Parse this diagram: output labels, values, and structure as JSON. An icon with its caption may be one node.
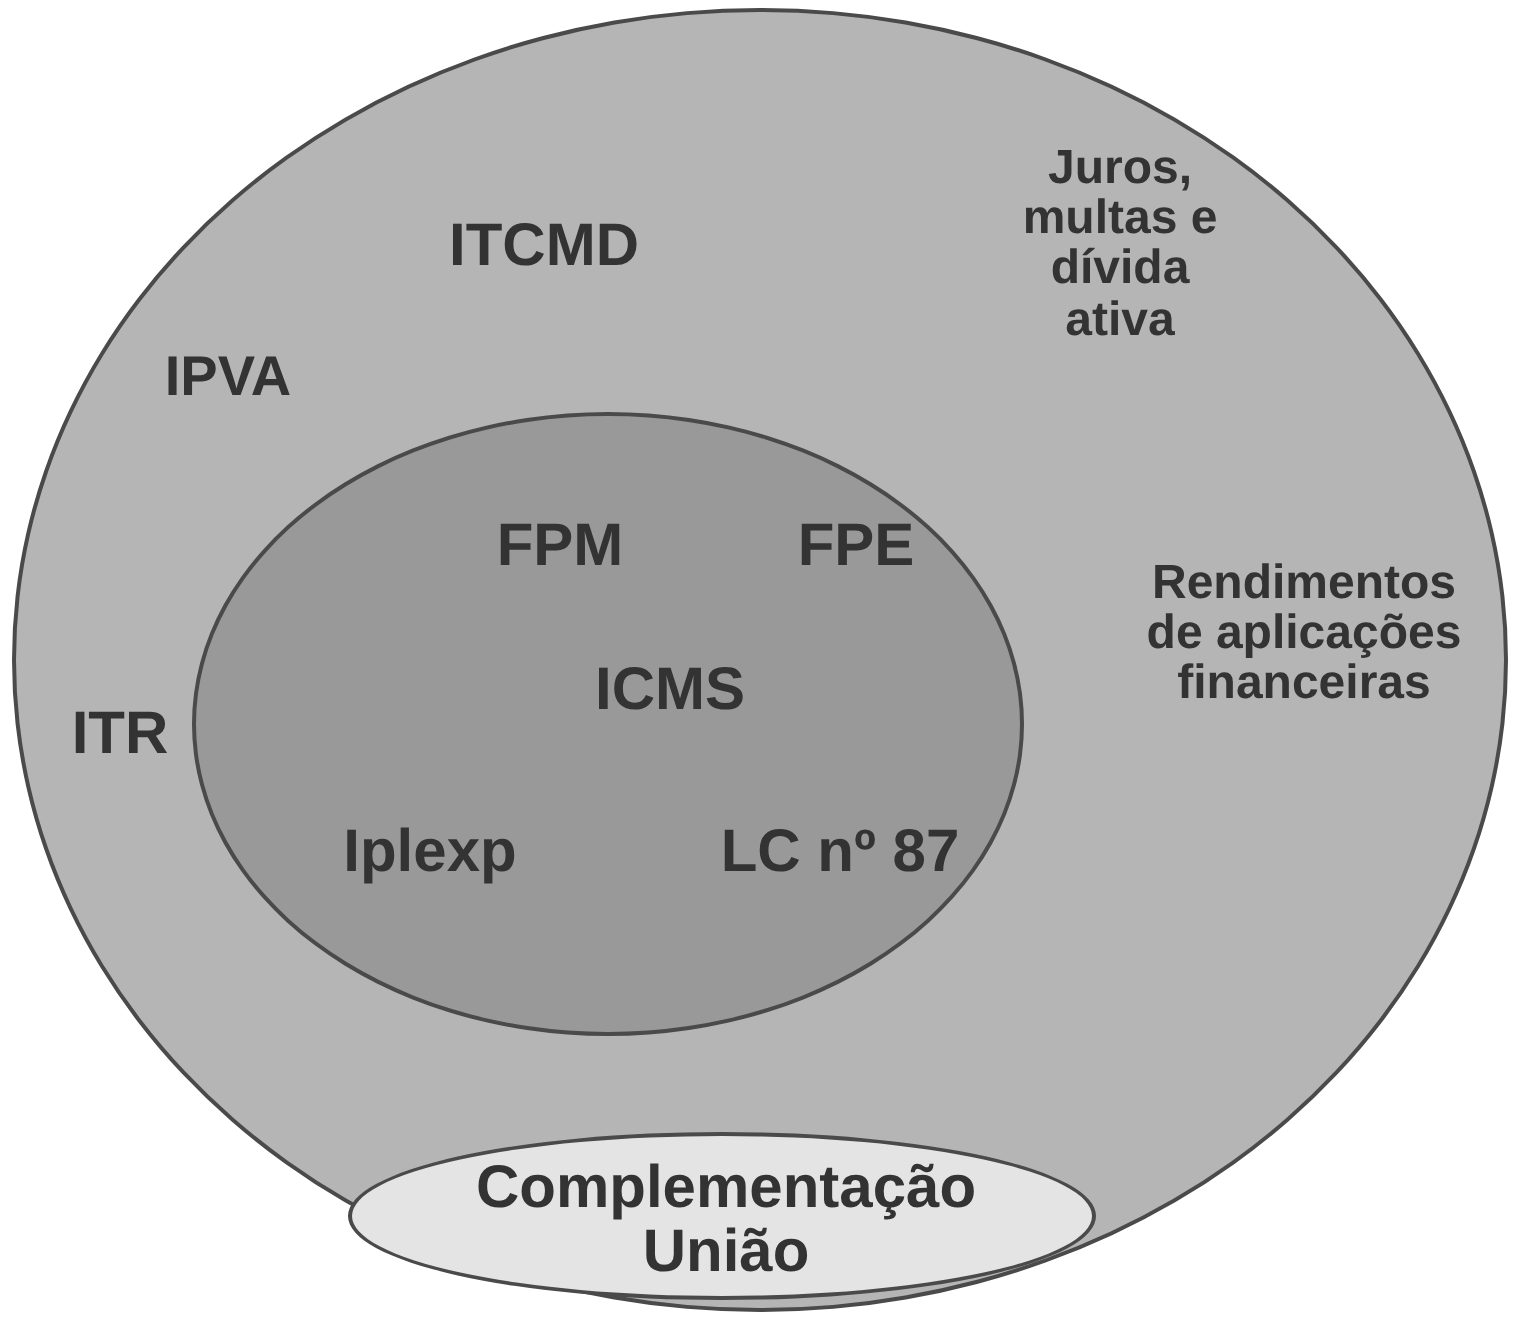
{
  "diagram": {
    "nodes": [
      {
        "text": [
          "ITCMD",
          "Juros, multas e dívida ativa",
          "IPVA",
          "Rendimentos de aplicações financeiras",
          "ITR"
        ]
      },
      {
        "text": [
          "FPM",
          "FPE",
          "ICMS",
          "Iplexp",
          "LC nº 87"
        ],
        "in": 0
      },
      {
        "text": [
          "Complementação União"
        ],
        "in": 0
      }
    ]
  }
}
